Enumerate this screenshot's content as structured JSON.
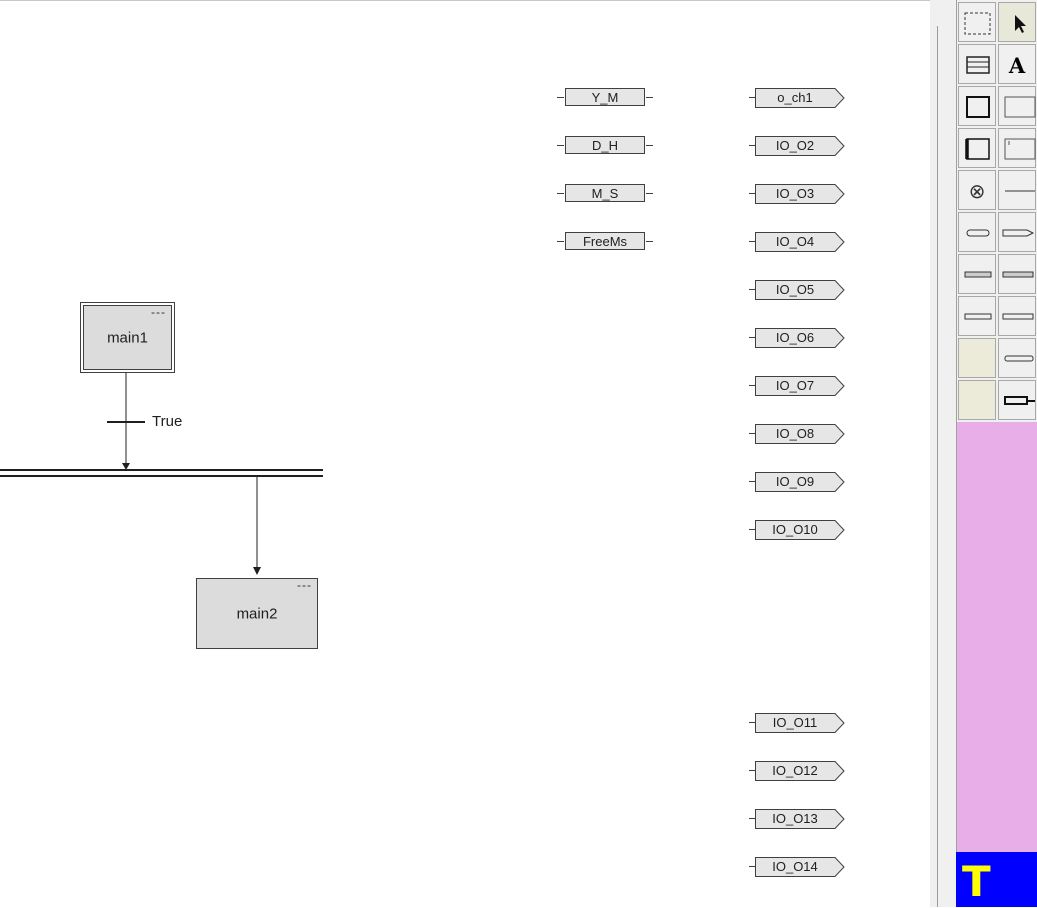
{
  "steps": [
    {
      "name": "main1",
      "comment": "---",
      "initial": true
    },
    {
      "name": "main2",
      "comment": "---",
      "initial": false
    }
  ],
  "transition": {
    "condition": "True"
  },
  "inputs": [
    "Y_M",
    "D_H",
    "M_S",
    "FreeMs"
  ],
  "outputs": [
    "o_ch1",
    "IO_O2",
    "IO_O3",
    "IO_O4",
    "IO_O5",
    "IO_O6",
    "IO_O7",
    "IO_O8",
    "IO_O9",
    "IO_O10",
    "IO_O11",
    "IO_O12",
    "IO_O13",
    "IO_O14"
  ],
  "palette": {
    "tools": [
      {
        "icon": "marquee-select-icon"
      },
      {
        "icon": "pointer-arrow-icon"
      },
      {
        "icon": "panel-icon"
      },
      {
        "icon": "text-tool-icon",
        "text": "A"
      },
      {
        "icon": "step-icon"
      },
      {
        "icon": "step-alt-icon"
      },
      {
        "icon": "initial-step-icon"
      },
      {
        "icon": "macro-step-icon"
      },
      {
        "icon": "circle-x-icon",
        "text": "⊗"
      },
      {
        "icon": "horizontal-line-icon"
      },
      {
        "icon": "input-var-icon"
      },
      {
        "icon": "output-var-icon"
      },
      {
        "icon": "inout-var-icon"
      },
      {
        "icon": "inout-var-alt-icon"
      },
      {
        "icon": "local-var-icon"
      },
      {
        "icon": "local-var-alt-icon"
      },
      {
        "icon": "empty-slot"
      },
      {
        "icon": "small-var-icon"
      },
      {
        "icon": "empty-slot"
      },
      {
        "icon": "connector-icon"
      }
    ],
    "logo_letter": "T",
    "colors": {
      "area": "#e8aee8",
      "logo_bg": "#0000ff",
      "logo_fg": "#ffff00"
    }
  }
}
